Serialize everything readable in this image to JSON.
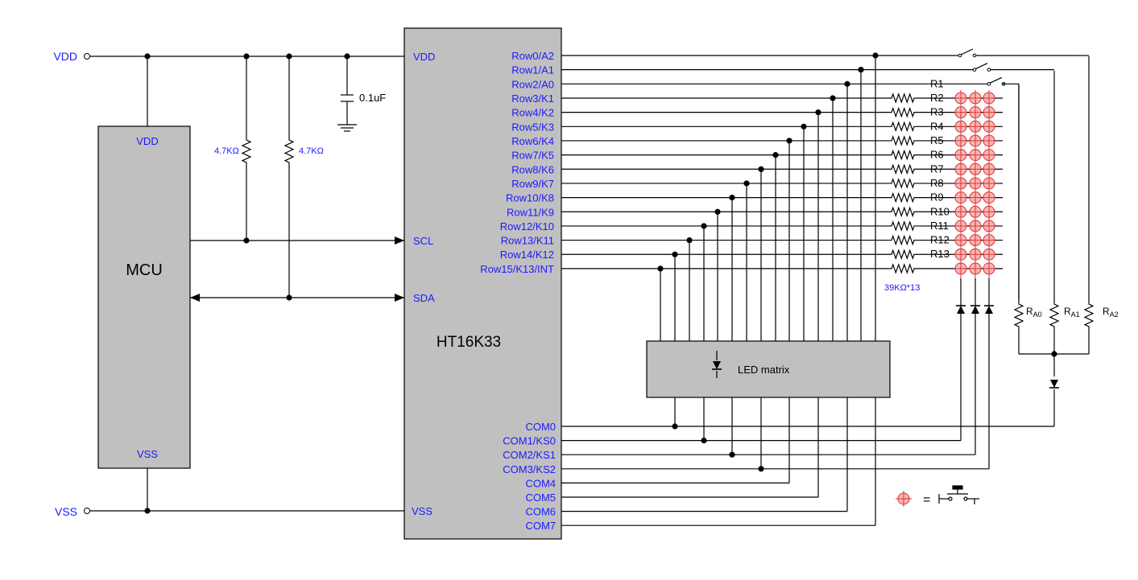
{
  "rails": {
    "vdd": "VDD",
    "vss": "VSS"
  },
  "mcu": {
    "name": "MCU",
    "vdd": "VDD",
    "vss": "VSS"
  },
  "chip": {
    "name": "HT16K33",
    "vdd": "VDD",
    "scl": "SCL",
    "sda": "SDA",
    "vss": "VSS",
    "rows": [
      "Row0/A2",
      "Row1/A1",
      "Row2/A0",
      "Row3/K1",
      "Row4/K2",
      "Row5/K3",
      "Row6/K4",
      "Row7/K5",
      "Row8/K6",
      "Row9/K7",
      "Row10/K8",
      "Row11/K9",
      "Row12/K10",
      "Row13/K11",
      "Row14/K12",
      "Row15/K13/INT"
    ],
    "coms": [
      "COM0",
      "COM1/KS0",
      "COM2/KS1",
      "COM3/KS2",
      "COM4",
      "COM5",
      "COM6",
      "COM7"
    ]
  },
  "capacitor": "0.1uF",
  "pullups": [
    "4.7KΩ",
    "4.7KΩ"
  ],
  "key_resistors": [
    "R1",
    "R2",
    "R3",
    "R4",
    "R5",
    "R6",
    "R7",
    "R8",
    "R9",
    "R10",
    "R11",
    "R12",
    "R13"
  ],
  "key_resistor_value": "39KΩ*13",
  "address_resistors": [
    {
      "main": "R",
      "sub": "A0"
    },
    {
      "main": "R",
      "sub": "A1"
    },
    {
      "main": "R",
      "sub": "A2"
    }
  ],
  "led_matrix": "LED matrix",
  "legend": {
    "equals": "=",
    "symbol": "key-switch-icon"
  },
  "colors": {
    "label": "#1a1aff",
    "box": "#c0c0c0",
    "key_fill": "#f4b8b8",
    "key_line": "#e03030"
  }
}
